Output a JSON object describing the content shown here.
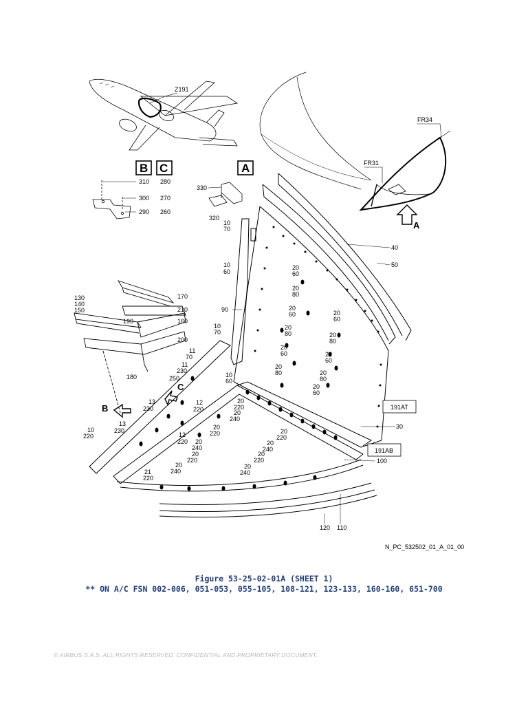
{
  "figure": {
    "title": "Figure 53-25-02-01A (SHEET 1)",
    "applicability": "** ON A/C FSN 002-006, 051-053, 055-105, 108-121, 123-133, 160-160, 651-700",
    "reference_code": "N_PC_532502_01_A_01_00"
  },
  "zone_label": "Z191",
  "frame_labels": [
    "FR34",
    "FR31"
  ],
  "view_labels": {
    "a_box": "A",
    "b_box": "B",
    "c_box": "C",
    "arrow_a": "A",
    "arrow_b": "B",
    "arrow_c": "C"
  },
  "access_panels": [
    "191AT",
    "191AB"
  ],
  "detail_bc_items": [
    {
      "left": "310",
      "right": "280"
    },
    {
      "left": "300",
      "right": "270"
    },
    {
      "left": "290",
      "right": "260"
    }
  ],
  "item_numbers": {
    "n330": "330",
    "n320": "320",
    "n40": "40",
    "n50": "50",
    "n90": "90",
    "n170": "170",
    "n210": "210",
    "n160": "160",
    "n200": "200",
    "n190": "190",
    "n180": "180",
    "n130": "130",
    "n140": "140",
    "n150": "150",
    "n30": "30",
    "n100": "100",
    "n120": "120",
    "n110": "110",
    "n250": "250",
    "n230": "230",
    "n220": "220",
    "n240": "240",
    "n10": "10",
    "n11": "11",
    "n12": "12",
    "n13": "13",
    "n20": "20",
    "n21": "21",
    "n60": "60",
    "n70": "70",
    "n80": "80"
  },
  "copyright": "© AIRBUS S.A.S. ALL RIGHTS RESERVED. CONFIDENTIAL AND PROPRIETARY DOCUMENT."
}
